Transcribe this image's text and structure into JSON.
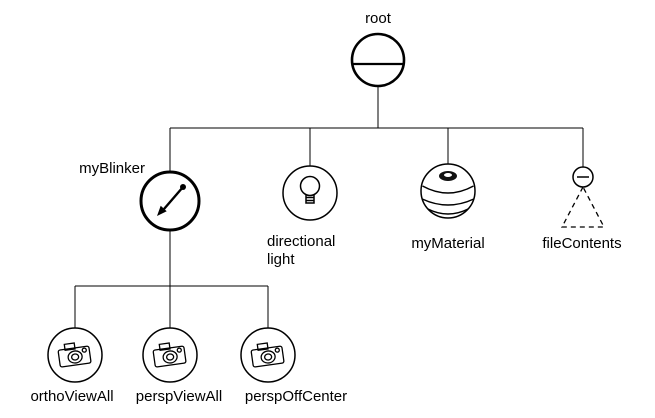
{
  "diagram": {
    "type": "scene-graph-tree",
    "colors": {
      "stroke": "#000000",
      "background": "#ffffff"
    },
    "root": {
      "label": "root",
      "icon": "separator-icon"
    },
    "myBlinker": {
      "label": "myBlinker",
      "icon": "blinker-arrow-icon"
    },
    "directionalLight": {
      "label_line1": "directional",
      "label_line2": "light",
      "icon": "light-bulb-icon"
    },
    "myMaterial": {
      "label": "myMaterial",
      "icon": "material-sphere-icon"
    },
    "fileContents": {
      "label": "fileContents",
      "icon": "file-contents-icon"
    },
    "orthoViewAll": {
      "label": "orthoViewAll",
      "icon": "camera-icon"
    },
    "perspViewAll": {
      "label": "perspViewAll",
      "icon": "camera-icon"
    },
    "perspOffCenter": {
      "label": "perspOffCenter",
      "icon": "camera-icon"
    }
  }
}
